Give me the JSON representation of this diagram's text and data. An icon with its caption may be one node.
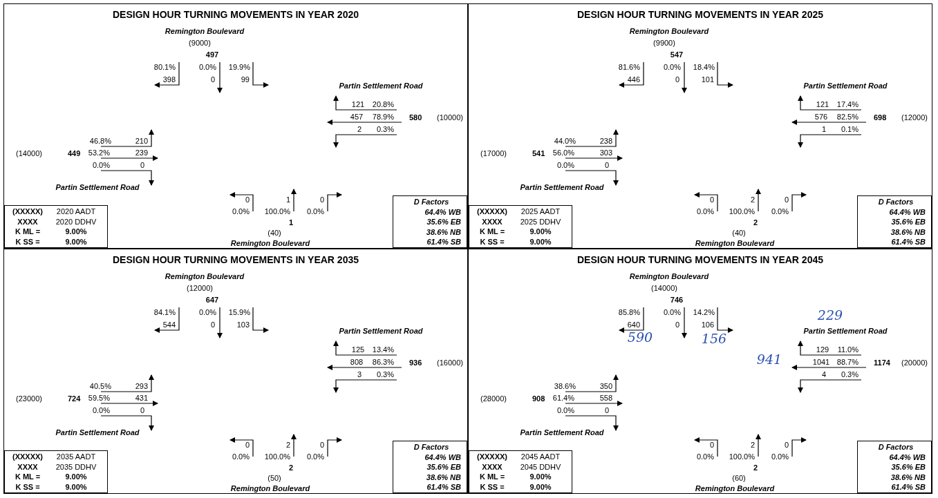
{
  "diagram": {
    "nodes": [
      {
        "text": [
          "DESIGN HOUR TURNING MOVEMENTS IN YEAR 2020"
        ]
      },
      {
        "text": [
          "(XXXXX)",
          "2020 AADT",
          "XXXX",
          "2020 DDHV",
          "K ML =",
          "9.00%",
          "K SS =",
          "9.00%"
        ],
        "in": 0
      },
      {
        "text": [
          "D Factors",
          "64.4% WB",
          "35.6% EB",
          "38.6% NB",
          "61.4% SB"
        ],
        "in": 0
      },
      {
        "text": [
          "DESIGN HOUR TURNING MOVEMENTS IN YEAR 2025"
        ]
      },
      {
        "text": [
          "(XXXXX)",
          "2025 AADT",
          "XXXX",
          "2025 DDHV",
          "K ML =",
          "9.00%",
          "K SS =",
          "9.00%"
        ],
        "in": 3
      },
      {
        "text": [
          "D Factors",
          "64.4% WB",
          "35.6% EB",
          "38.6% NB",
          "61.4% SB"
        ],
        "in": 3
      },
      {
        "text": [
          "DESIGN HOUR TURNING MOVEMENTS IN YEAR 2035"
        ]
      },
      {
        "text": [
          "(XXXXX)",
          "2035 AADT",
          "XXXX",
          "2035 DDHV",
          "K ML =",
          "9.00%",
          "K SS =",
          "9.00%"
        ],
        "in": 6
      },
      {
        "text": [
          "D Factors",
          "64.4% WB",
          "35.6% EB",
          "38.6% NB",
          "61.4% SB"
        ],
        "in": 6
      },
      {
        "text": [
          "DESIGN HOUR TURNING MOVEMENTS IN YEAR 2045"
        ]
      },
      {
        "text": [
          "(XXXXX)",
          "2045 AADT",
          "XXXX",
          "2045 DDHV",
          "K ML =",
          "9.00%",
          "K SS =",
          "9.00%"
        ],
        "in": 9
      },
      {
        "text": [
          "D Factors",
          "64.4% WB",
          "35.6% EB",
          "38.6% NB",
          "61.4% SB"
        ],
        "in": 9
      }
    ],
    "labels": [
      "Remington Boulevard",
      "(9000)",
      "497",
      "80.1%",
      "0.0%",
      "19.9%",
      "398",
      "0",
      "99",
      "Partin Settlement Road",
      "121",
      "20.8%",
      "457",
      "78.9%",
      "580",
      "(10000)",
      "2",
      "0.3%",
      "46.8%",
      "210",
      "(14000)",
      "449",
      "53.2%",
      "239",
      "0.0%",
      "0",
      "Partin Settlement Road",
      "0",
      "1",
      "0",
      "0.0%",
      "100.0%",
      "0.0%",
      "1",
      "(40)",
      "Remington Boulevard",
      "Remington Boulevard",
      "(9900)",
      "547",
      "81.6%",
      "0.0%",
      "18.4%",
      "446",
      "0",
      "101",
      "Partin Settlement Road",
      "121",
      "17.4%",
      "576",
      "82.5%",
      "698",
      "(12000)",
      "1",
      "0.1%",
      "44.0%",
      "238",
      "(17000)",
      "541",
      "56.0%",
      "303",
      "0.0%",
      "0",
      "Partin Settlement Road",
      "0",
      "2",
      "0",
      "0.0%",
      "100.0%",
      "0.0%",
      "2",
      "(40)",
      "Remington Boulevard",
      "Remington Boulevard",
      "(12000)",
      "647",
      "84.1%",
      "0.0%",
      "15.9%",
      "544",
      "0",
      "103",
      "Partin Settlement Road",
      "125",
      "13.4%",
      "808",
      "86.3%",
      "936",
      "(16000)",
      "3",
      "0.3%",
      "40.5%",
      "293",
      "(23000)",
      "724",
      "59.5%",
      "431",
      "0.0%",
      "0",
      "Partin Settlement Road",
      "0",
      "2",
      "0",
      "0.0%",
      "100.0%",
      "0.0%",
      "2",
      "(50)",
      "Remington Boulevard",
      "Remington Boulevard",
      "(14000)",
      "746",
      "85.8%",
      "0.0%",
      "14.2%",
      "640",
      "0",
      "106",
      "Partin Settlement Road",
      "129",
      "11.0%",
      "1041",
      "88.7%",
      "1174",
      "(20000)",
      "4",
      "0.3%",
      "38.6%",
      "350",
      "(28000)",
      "908",
      "61.4%",
      "558",
      "0.0%",
      "0",
      "Partin Settlement Road",
      "0",
      "2",
      "0",
      "0.0%",
      "100.0%",
      "0.0%",
      "2",
      "(60)",
      "Remington Boulevard",
      "229",
      "590",
      "156",
      "941"
    ]
  }
}
